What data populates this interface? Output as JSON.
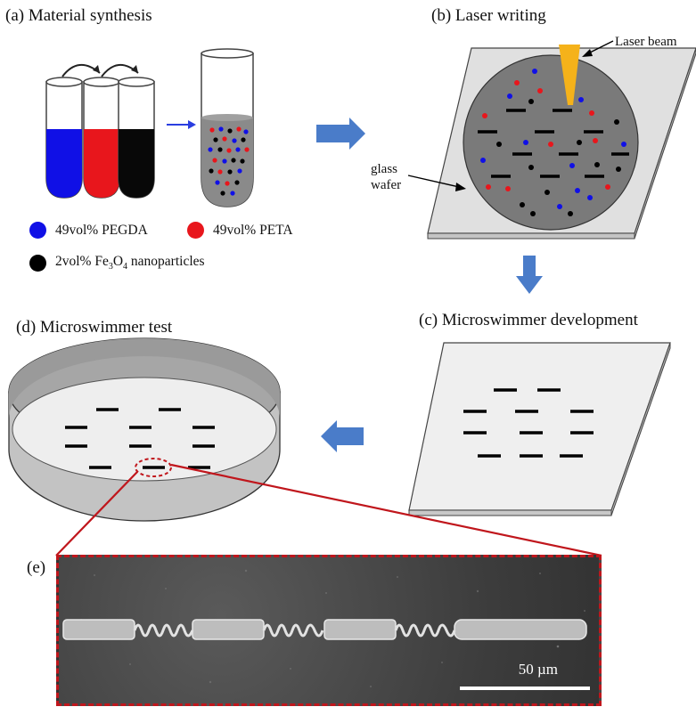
{
  "panels": {
    "a": {
      "label": "(a)",
      "title": "Material synthesis"
    },
    "b": {
      "label": "(b)",
      "title": "Laser writing"
    },
    "c": {
      "label": "(c)",
      "title": "Microswimmer development"
    },
    "d": {
      "label": "(d)",
      "title": "Microswimmer test"
    },
    "e": {
      "label": "(e)"
    }
  },
  "annotations": {
    "laser_beam": "Laser beam",
    "glass_line1": "glass",
    "glass_line2": "wafer"
  },
  "legend": {
    "pegda": {
      "text": "49vol% PEGDA",
      "color": "#1010e6"
    },
    "peta": {
      "text": "49vol% PETA",
      "color": "#e8161c"
    },
    "fe3o4": {
      "prefix": "2vol% Fe",
      "sub1": "3",
      "mid": "O",
      "sub2": "4",
      "suffix": " nanoparticles",
      "color": "#000000"
    }
  },
  "scale_bar": {
    "text": "50 µm"
  },
  "colors": {
    "arrow_blue": "#4a7cc9",
    "beam": "#f5b21a",
    "highlight_red": "#c0161c",
    "resin_gray": "#7a7a7a"
  }
}
